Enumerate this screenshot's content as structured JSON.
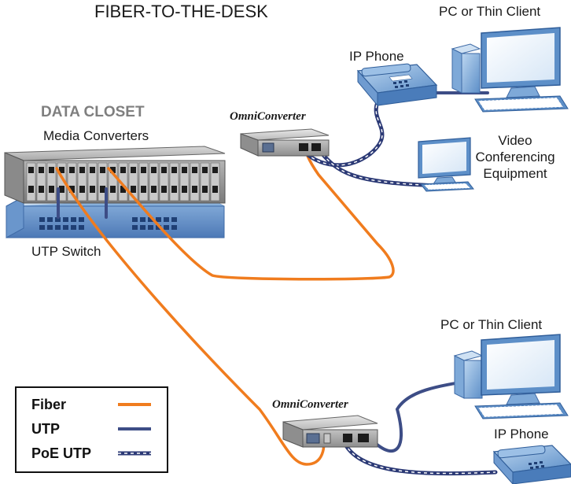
{
  "title": "FIBER-TO-THE-DESK",
  "closet": {
    "heading": "DATA CLOSET",
    "media_converters": "Media Converters",
    "switch": "UTP Switch"
  },
  "devices": {
    "omni_top": "OmniConverter",
    "omni_bottom": "OmniConverter",
    "pc_top": "PC or Thin Client",
    "ip_phone_top": "IP Phone",
    "video_line1": "Video",
    "video_line2": "Conferencing",
    "video_line3": "Equipment",
    "pc_bottom": "PC or Thin Client",
    "ip_phone_bottom": "IP Phone"
  },
  "legend": {
    "fiber": "Fiber",
    "utp": "UTP",
    "poe": "PoE UTP"
  },
  "colors": {
    "fiber": "#f07c1e",
    "utp": "#3d4d86",
    "poe": "#2c3a76",
    "device_blue": "#5d8fc8",
    "chassis_gray": "#9a9a9a"
  }
}
